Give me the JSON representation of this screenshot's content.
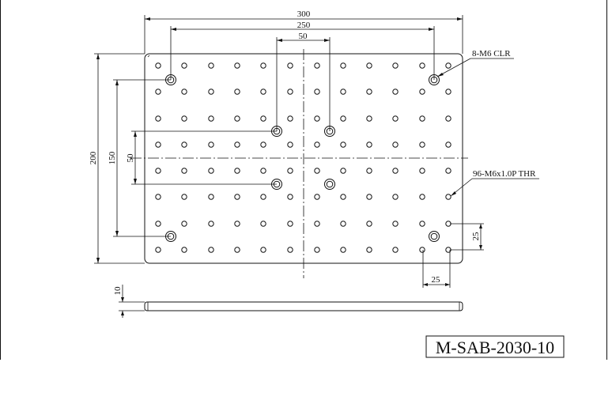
{
  "drawing": {
    "dimensions": {
      "plate_width": "300",
      "outer_hole_span_x": "250",
      "inner_hole_span_x": "50",
      "plate_height": "200",
      "outer_hole_span_y": "150",
      "inner_hole_span_y": "50",
      "thickness": "10",
      "pitch_y": "25",
      "pitch_x": "25"
    },
    "callouts": {
      "clearance_holes": "8-M6 CLR",
      "threaded_holes": "96-M6x1.0P THR"
    },
    "part_number": "M-SAB-2030-10"
  }
}
